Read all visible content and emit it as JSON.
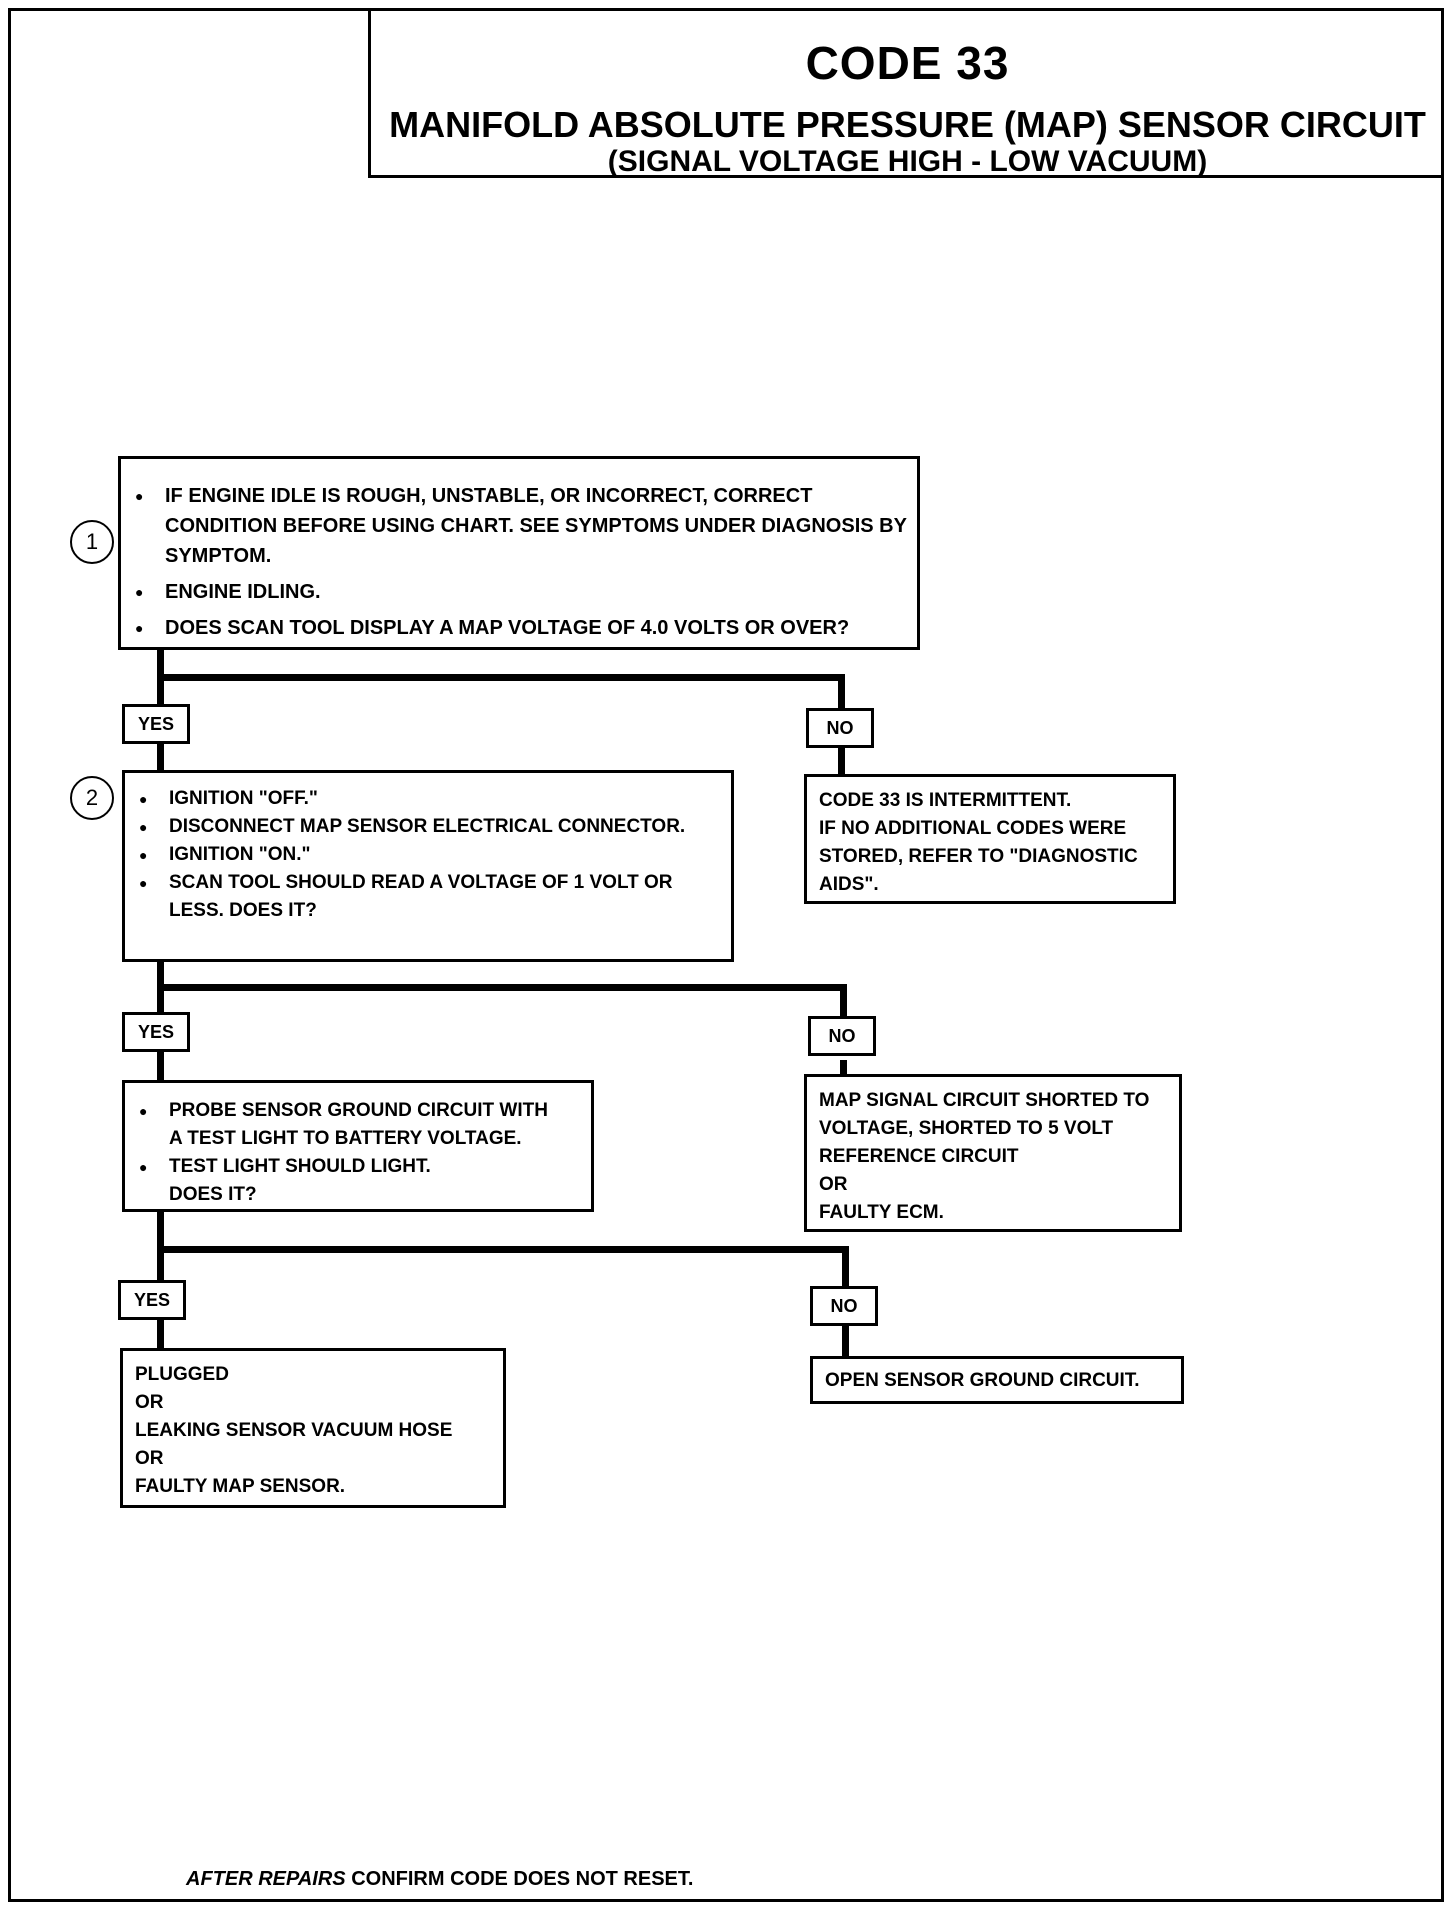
{
  "header": {
    "code": "CODE 33",
    "title": "MANIFOLD ABSOLUTE PRESSURE (MAP) SENSOR CIRCUIT",
    "subtitle": "(SIGNAL VOLTAGE HIGH - LOW VACUUM)"
  },
  "step1": {
    "number": "1",
    "items": [
      "IF ENGINE IDLE IS ROUGH, UNSTABLE, OR INCORRECT, CORRECT CONDITION BEFORE USING CHART. SEE SYMPTOMS UNDER DIAGNOSIS BY SYMPTOM.",
      "ENGINE IDLING.",
      "DOES SCAN TOOL DISPLAY A MAP VOLTAGE OF 4.0 VOLTS OR OVER?"
    ],
    "yes": "YES",
    "no": "NO",
    "no_result": [
      "CODE 33 IS INTERMITTENT.",
      "IF NO ADDITIONAL CODES WERE",
      "STORED, REFER TO \"DIAGNOSTIC",
      "AIDS\"."
    ]
  },
  "step2": {
    "number": "2",
    "items": [
      "IGNITION \"OFF.\"",
      "DISCONNECT MAP SENSOR ELECTRICAL CONNECTOR.",
      "IGNITION \"ON.\"",
      "SCAN TOOL SHOULD READ A VOLTAGE OF 1 VOLT OR LESS. DOES IT?"
    ],
    "yes": "YES",
    "no": "NO",
    "no_result": [
      "MAP SIGNAL CIRCUIT SHORTED TO",
      "VOLTAGE, SHORTED TO 5 VOLT",
      "REFERENCE CIRCUIT",
      "OR",
      "FAULTY ECM."
    ]
  },
  "step3": {
    "items": [
      "PROBE SENSOR GROUND CIRCUIT WITH A TEST LIGHT TO BATTERY VOLTAGE.",
      "TEST LIGHT SHOULD LIGHT. DOES IT?"
    ],
    "yes": "YES",
    "no": "NO",
    "yes_result": [
      "PLUGGED",
      "OR",
      "LEAKING SENSOR VACUUM HOSE",
      "OR",
      "FAULTY MAP SENSOR."
    ],
    "no_result": [
      "OPEN SENSOR GROUND CIRCUIT."
    ]
  },
  "footer": {
    "emphasis": "AFTER REPAIRS",
    "text": "CONFIRM CODE DOES NOT RESET."
  }
}
